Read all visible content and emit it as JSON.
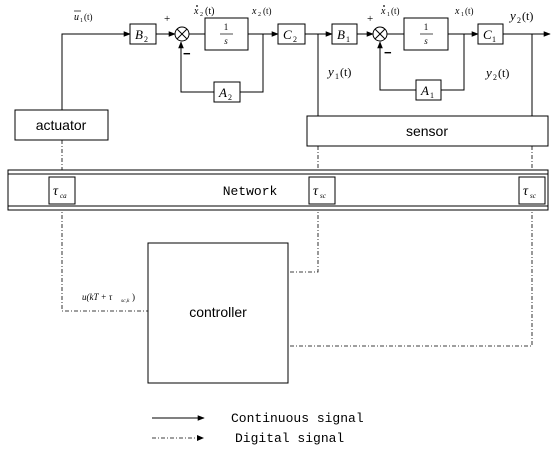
{
  "blocks": {
    "B2": {
      "base": "B",
      "sub": "2"
    },
    "C2": {
      "base": "C",
      "sub": "2"
    },
    "B1": {
      "base": "B",
      "sub": "1"
    },
    "C1": {
      "base": "C",
      "sub": "1"
    },
    "A2": {
      "base": "A",
      "sub": "2"
    },
    "A1": {
      "base": "A",
      "sub": "1"
    },
    "int2": {
      "num": "1",
      "den": "s"
    },
    "int1": {
      "num": "1",
      "den": "s"
    }
  },
  "signals": {
    "u1": {
      "base": "u",
      "sub": "1",
      "arg": "(t)"
    },
    "xdot2": {
      "base": "x",
      "sub": "2",
      "arg": "(t)"
    },
    "x2": {
      "base": "x",
      "sub": "2",
      "arg": "(t)"
    },
    "xdot1": {
      "base": "x",
      "sub": "1",
      "arg": "(t)"
    },
    "x1": {
      "base": "x",
      "sub": "1",
      "arg": "(t)"
    },
    "y2_out": {
      "base": "y",
      "sub": "2",
      "arg": "(t)"
    },
    "y1": {
      "base": "y",
      "sub": "1",
      "arg": "(t)"
    },
    "y2_fb": {
      "base": "y",
      "sub": "2",
      "arg": "(t)"
    },
    "u_ctrl": {
      "prefix": "u(kT + τ",
      "sub": "sc,k",
      "suffix": ")"
    }
  },
  "signs": {
    "plus": "+",
    "minus": "−"
  },
  "boxes": {
    "actuator": "actuator",
    "sensor": "sensor",
    "network": "Network",
    "controller": "controller"
  },
  "delays": {
    "ca": {
      "base": "τ",
      "sub": "ca"
    },
    "sc_mid": {
      "base": "τ",
      "sub": "sc"
    },
    "sc_right": {
      "base": "τ",
      "sub": "sc"
    }
  },
  "legend": {
    "continuous": "Continuous signal",
    "digital": "Digital signal"
  }
}
